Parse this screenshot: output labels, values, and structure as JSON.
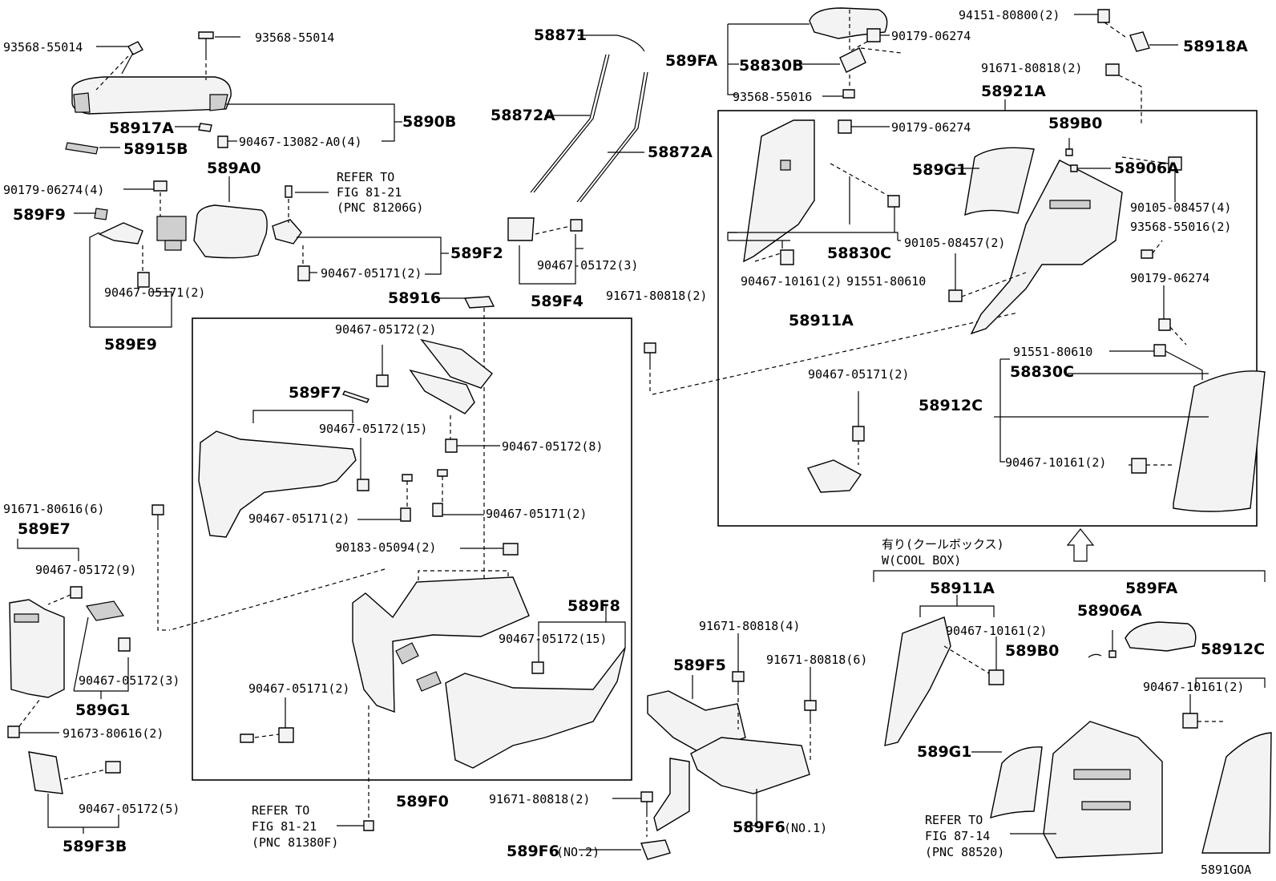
{
  "labels": {
    "p93568_55014_a": "93568-55014",
    "p93568_55014_b": "93568-55014",
    "p58917A": "58917A",
    "p5890B": "5890B",
    "p90467_13082": "90467-13082-A0(4)",
    "p58915B": "58915B",
    "p589A0": "589A0",
    "ref1_l1": "REFER TO",
    "ref1_l2": "FIG 81-21",
    "ref1_l3": "(PNC 81206G)",
    "p90179_06274_4": "90179-06274(4)",
    "p589F9": "589F9",
    "p589F2": "589F2",
    "p90467_05171_2_a": "90467-05171(2)",
    "p90467_05171_2_b": "90467-05171(2)",
    "p589E9": "589E9",
    "p58871": "58871",
    "p58872A_a": "58872A",
    "p58872A_b": "58872A",
    "p90467_05172_3_a": "90467-05172(3)",
    "p589F4": "589F4",
    "p58916": "58916",
    "p90467_05172_2": "90467-05172(2)",
    "p589F7": "589F7",
    "p90467_05172_15_a": "90467-05172(15)",
    "p90467_05172_8": "90467-05172(8)",
    "p90467_05171_2_c": "90467-05171(2)",
    "p90467_05171_2_d": "90467-05171(2)",
    "p90183_05094": "90183-05094(2)",
    "p589F8": "589F8",
    "p90467_05172_15_b": "90467-05172(15)",
    "p90467_05171_2_e": "90467-05171(2)",
    "p589F0": "589F0",
    "p91671_80616_6": "91671-80616(6)",
    "p589E7": "589E7",
    "p90467_05172_9": "90467-05172(9)",
    "p90467_05172_3_b": "90467-05172(3)",
    "p589G1_a": "589G1",
    "p91673_80616": "91673-80616(2)",
    "p90467_05172_5": "90467-05172(5)",
    "p589F3B": "589F3B",
    "ref2_l1": "REFER TO",
    "ref2_l2": "FIG 81-21",
    "ref2_l3": "(PNC 81380F)",
    "p91671_80818_2_a": "91671-80818(2)",
    "p91671_80818_4": "91671-80818(4)",
    "p589F5": "589F5",
    "p91671_80818_6": "91671-80818(6)",
    "p91671_80818_2_b": "91671-80818(2)",
    "p589F6_1": "589F6",
    "p589F6_1_sub": "(NO.1)",
    "p589F6_2": "589F6",
    "p589F6_2_sub": "(NO.2)",
    "p589FA_a": "589FA",
    "p58830B": "58830B",
    "p93568_55016": "93568-55016",
    "p90179_06274_a": "90179-06274",
    "p94151_80800": "94151-80800(2)",
    "p58918A": "58918A",
    "p91671_80818_2_c": "91671-80818(2)",
    "p58921A": "58921A",
    "p90179_06274_b": "90179-06274",
    "p589B0_a": "589B0",
    "p589G1_b": "589G1",
    "p58906A_a": "58906A",
    "p90105_08457_4": "90105-08457(4)",
    "p93568_55016_2": "93568-55016(2)",
    "p58830C_a": "58830C",
    "p90105_08457_2": "90105-08457(2)",
    "p90179_06274_c": "90179-06274",
    "p90467_10161_2_a": "90467-10161(2)",
    "p91551_80610_a": "91551-80610",
    "p58911A_a": "58911A",
    "p91551_80610_b": "91551-80610",
    "p58830C_b": "58830C",
    "p90467_05171_2_f": "90467-05171(2)",
    "p58912C_a": "58912C",
    "p90467_10161_2_b": "90467-10161(2)",
    "coolbox_jp": "有り(クールボックス)",
    "coolbox_en": "W(COOL BOX)",
    "p58911A_b": "58911A",
    "p589FA_b": "589FA",
    "p90467_10161_2_c": "90467-10161(2)",
    "p58906A_b": "58906A",
    "p589B0_b": "589B0",
    "p58912C_b": "58912C",
    "p90467_10161_2_d": "90467-10161(2)",
    "p589G1_c": "589G1",
    "ref3_l1": "REFER TO",
    "ref3_l2": "FIG 87-14",
    "ref3_l3": "(PNC 88520)",
    "figure_code": "5891GOA"
  }
}
